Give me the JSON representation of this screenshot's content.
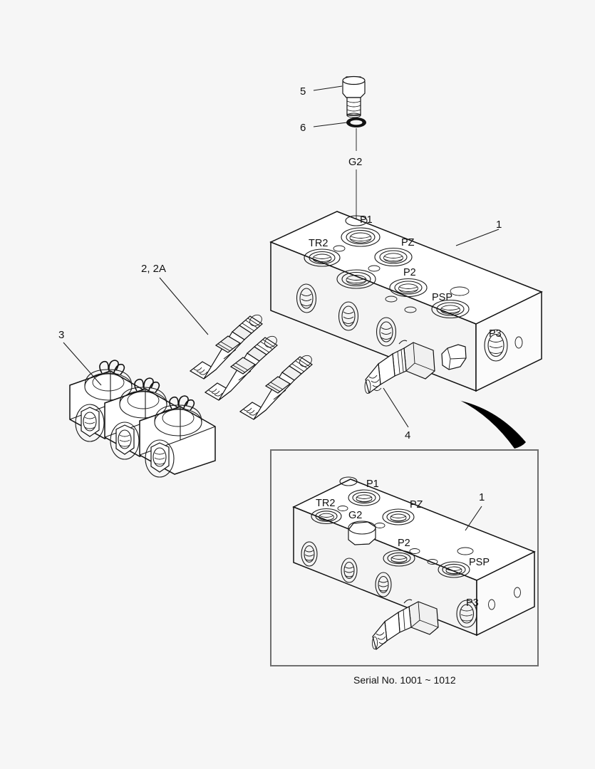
{
  "diagram": {
    "title": "Hydraulic Valve Block Exploded Parts Diagram",
    "background_color": "#f6f6f6",
    "line_color": "#111111"
  },
  "callouts": [
    {
      "id": "c1",
      "label": "1",
      "desc": "valve-block-body"
    },
    {
      "id": "c2",
      "label": "2, 2A",
      "desc": "cartridge-valves"
    },
    {
      "id": "c3",
      "label": "3",
      "desc": "solenoid-coils"
    },
    {
      "id": "c4",
      "label": "4",
      "desc": "fitting-adapter"
    },
    {
      "id": "c5",
      "label": "5",
      "desc": "hex-plug"
    },
    {
      "id": "c6",
      "label": "6",
      "desc": "o-ring"
    }
  ],
  "ports_main": [
    {
      "name": "G2",
      "desc": "gauge-port-top"
    },
    {
      "name": "P1",
      "desc": "pressure-port-1"
    },
    {
      "name": "TR2",
      "desc": "tank-return-port-2"
    },
    {
      "name": "PZ",
      "desc": "pressure-port-z"
    },
    {
      "name": "P2",
      "desc": "pressure-port-2"
    },
    {
      "name": "PSP",
      "desc": "pilot-supply-port"
    },
    {
      "name": "P3",
      "desc": "pressure-port-3"
    }
  ],
  "inset": {
    "caption": "Serial No. 1001 ~ 1012",
    "callout": "1",
    "ports": [
      {
        "name": "P1"
      },
      {
        "name": "TR2"
      },
      {
        "name": "PZ"
      },
      {
        "name": "G2"
      },
      {
        "name": "P2"
      },
      {
        "name": "PSP"
      },
      {
        "name": "P3"
      }
    ]
  }
}
